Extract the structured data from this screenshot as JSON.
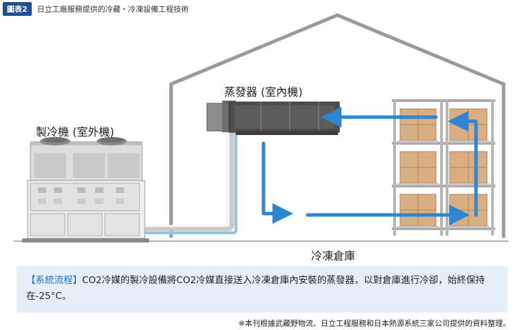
{
  "header": {
    "tag": "圖表2",
    "title": "日立工廠服務提供的冷藏・冷凍設備工程技術"
  },
  "labels": {
    "evaporator": "蒸發器 (室內機)",
    "condensing_unit": "製冷機 (室外機)",
    "cold_storage": "冷凍倉庫"
  },
  "note": {
    "highlight": "【系統流程】",
    "text": "CO2冷媒的製冷設備將CO2冷媒直接送入冷凍倉庫內安裝的蒸發器，以對倉庫進行冷卻，始終保持在-25°C。"
  },
  "source": "※本刊根據武藏野物流、日立工程服務和日本熱源系統三家公司提供的資料整理。",
  "colors": {
    "accent_blue": "#2e86d1",
    "header_blue": "#1f4f93",
    "note_bg": "#e6eef8",
    "box_tan": "#d8ae82"
  }
}
